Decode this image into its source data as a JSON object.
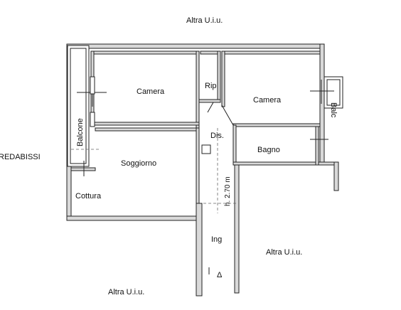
{
  "labels": {
    "altra_top": "Altra U.i.u.",
    "altra_bottom_left": "Altra U.i.u.",
    "altra_bottom_right": "Altra U.i.u.",
    "redabissi": "REDABISSI",
    "camera_left": "Camera",
    "camera_right": "Camera",
    "rip": "Rip",
    "balc": "Balc",
    "dis": "Dis.",
    "bagno": "Bagno",
    "balcone": "Balcone",
    "soggiorno": "Soggiorno",
    "cottura": "Cottura",
    "height": "h. 2.70 m",
    "ing": "Ing",
    "arrow": "Δ"
  }
}
